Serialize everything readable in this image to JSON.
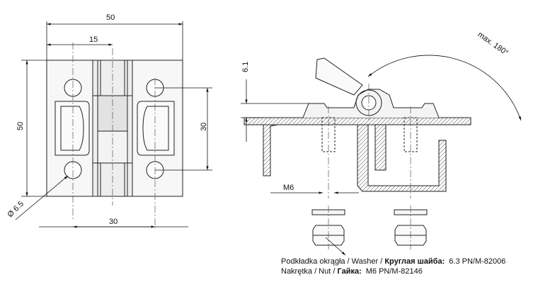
{
  "dimensions": {
    "width_top": "50",
    "offset_15": "15",
    "height_left": "50",
    "height_right": "30",
    "bottom_30": "30",
    "hole_dia": "Ø 6.5",
    "thread": "M6",
    "thickness": "6.1",
    "angle": "max. 180°"
  },
  "legend": {
    "washer_prefix": "Podkładka okrągła / Washer / ",
    "washer_ru": "Круглая шайба",
    "washer_colon": ":",
    "washer_value": "6.3 PN/M-82006",
    "nut_prefix": "Nakrętka / Nut / ",
    "nut_ru": "Гайка",
    "nut_colon": ":",
    "nut_value": "M6 PN/M-82146"
  }
}
